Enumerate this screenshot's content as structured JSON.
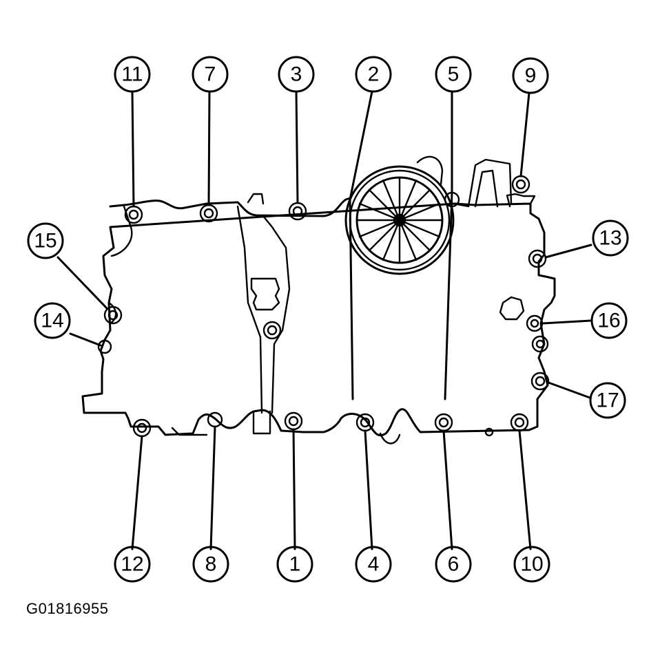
{
  "figure_id": "G01816955",
  "callouts": [
    {
      "label": "11"
    },
    {
      "label": "7"
    },
    {
      "label": "3"
    },
    {
      "label": "2"
    },
    {
      "label": "5"
    },
    {
      "label": "9"
    },
    {
      "label": "15"
    },
    {
      "label": "13"
    },
    {
      "label": "14"
    },
    {
      "label": "16"
    },
    {
      "label": "17"
    },
    {
      "label": "12"
    },
    {
      "label": "8"
    },
    {
      "label": "1"
    },
    {
      "label": "4"
    },
    {
      "label": "6"
    },
    {
      "label": "10"
    }
  ]
}
